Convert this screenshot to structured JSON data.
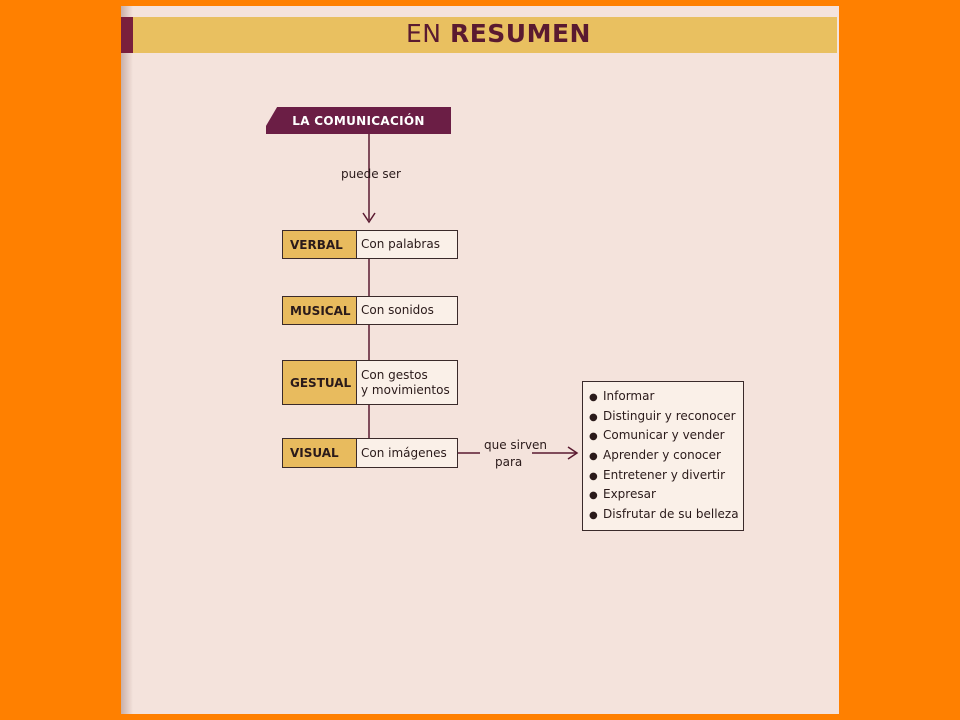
{
  "header": {
    "title_prefix": "EN",
    "title_main": "RESUMEN"
  },
  "diagram": {
    "root": "LA COMUNICACIÓN",
    "connector_top": "puede ser",
    "categories": [
      {
        "name": "VERBAL",
        "description_line1": "Con palabras",
        "description_line2": ""
      },
      {
        "name": "MUSICAL",
        "description_line1": "Con sonidos",
        "description_line2": ""
      },
      {
        "name": "GESTUAL",
        "description_line1": "Con gestos",
        "description_line2": "y movimientos"
      },
      {
        "name": "VISUAL",
        "description_line1": "Con imágenes",
        "description_line2": ""
      }
    ],
    "connector_right_line1": "que sirven",
    "connector_right_line2": "para",
    "purposes": [
      "Informar",
      "Distinguir y reconocer",
      "Comunicar y vender",
      "Aprender y conocer",
      "Entretener y divertir",
      "Expresar",
      "Disfrutar de su belleza"
    ]
  },
  "colors": {
    "background": "#ff8000",
    "page": "#f4e3dc",
    "header_band": "#e9c060",
    "root_box": "#6b1e45",
    "category_label": "#e8bb5e",
    "connector": "#5a1a30"
  }
}
